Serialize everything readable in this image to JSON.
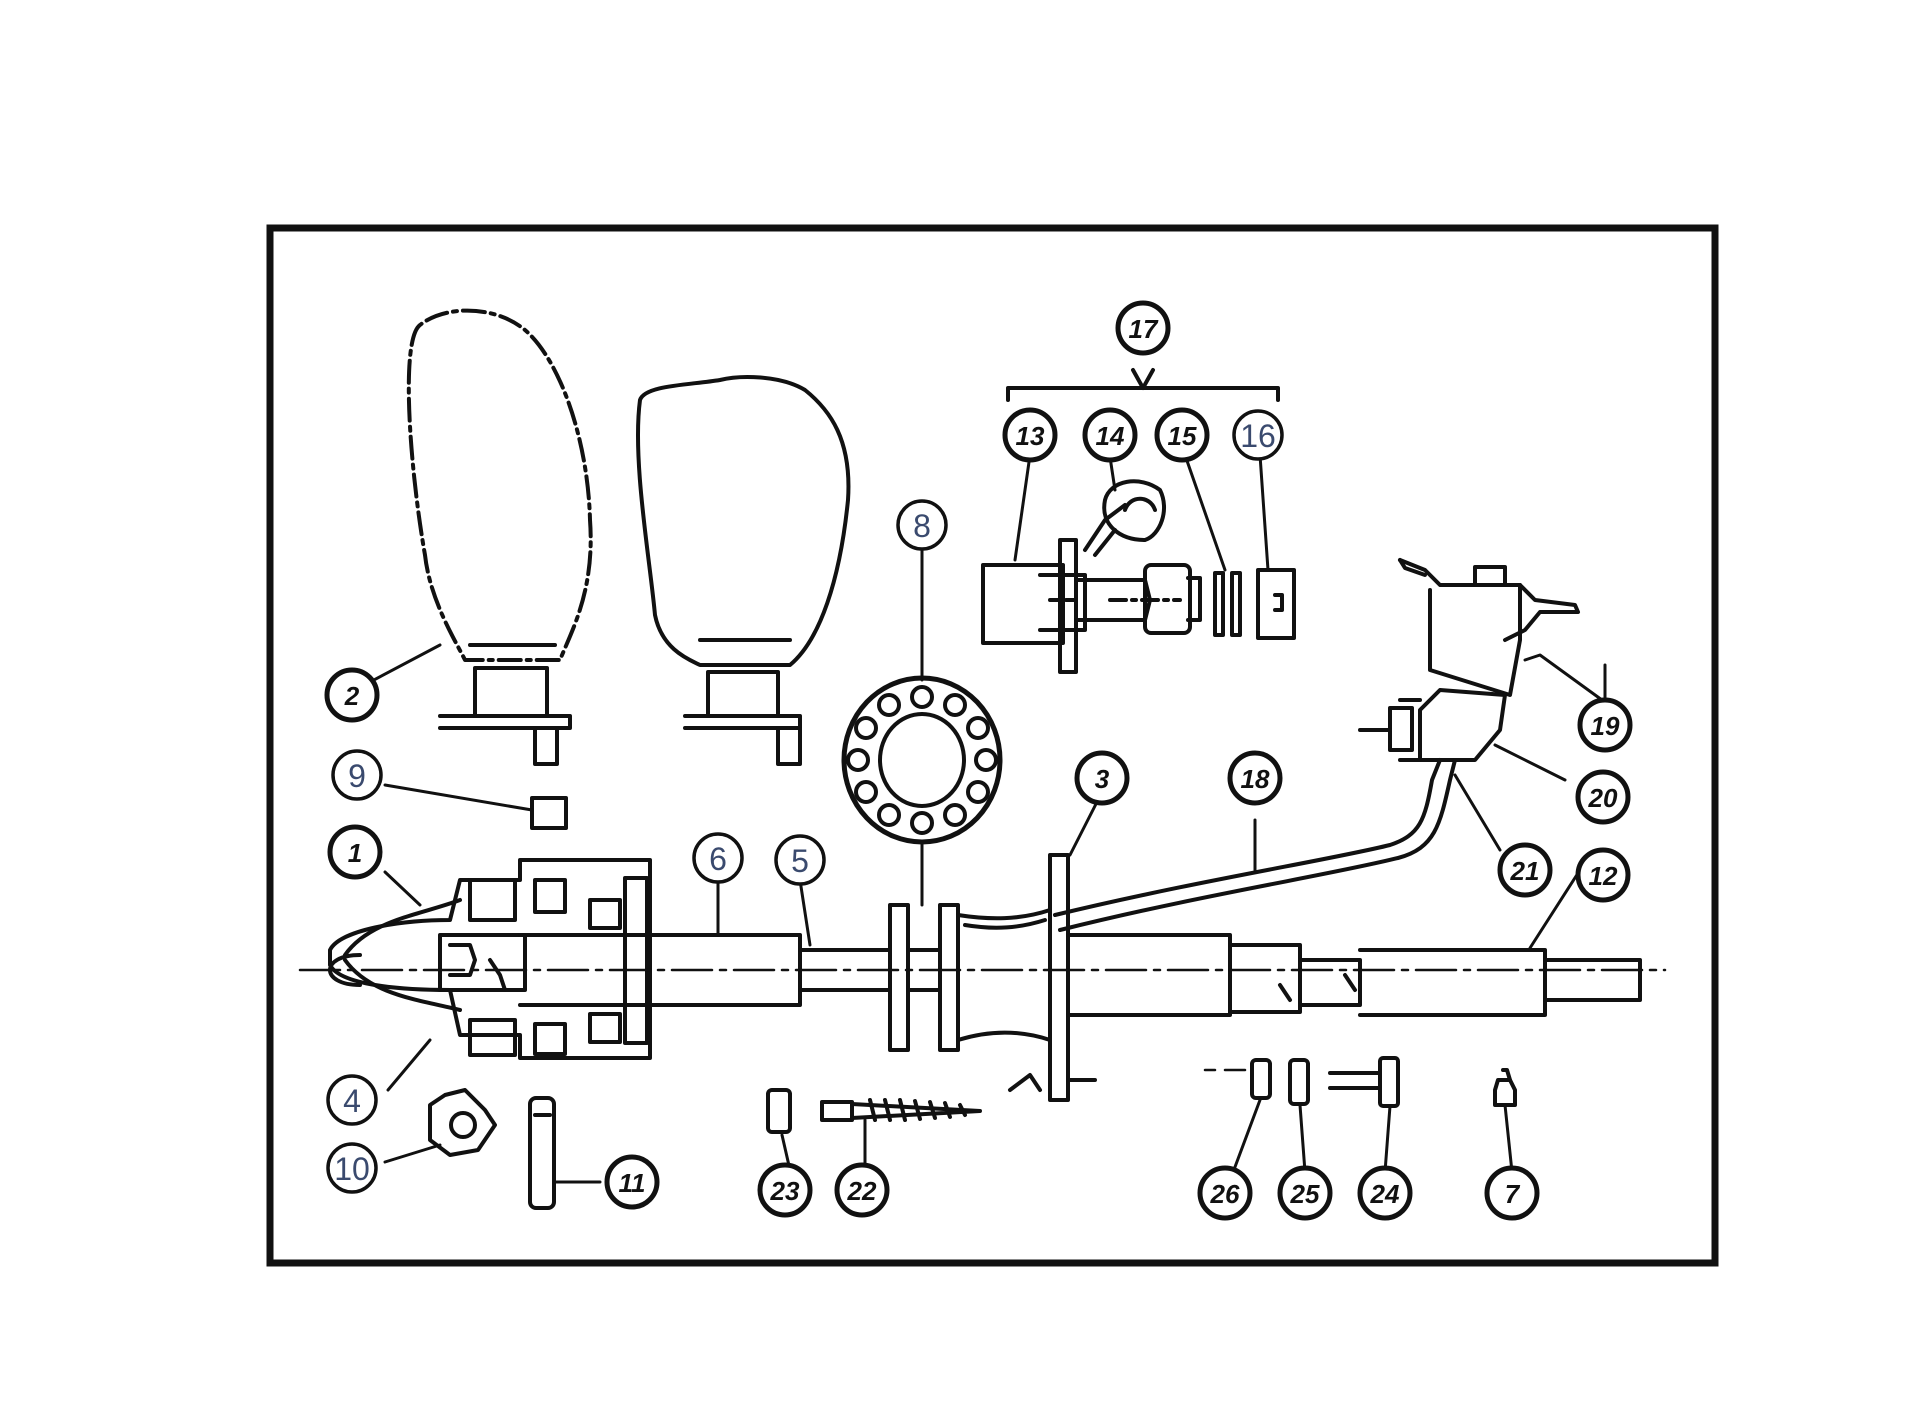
{
  "colors": {
    "ink": "#111111",
    "paper": "#ffffff",
    "handwritten_label": "#3a4a6e"
  },
  "callouts": [
    {
      "id": "1",
      "text": "1",
      "style": "printed"
    },
    {
      "id": "2",
      "text": "2",
      "style": "printed"
    },
    {
      "id": "3",
      "text": "3",
      "style": "printed"
    },
    {
      "id": "4",
      "text": "4",
      "style": "handwritten"
    },
    {
      "id": "5",
      "text": "5",
      "style": "handwritten"
    },
    {
      "id": "6",
      "text": "6",
      "style": "handwritten"
    },
    {
      "id": "7",
      "text": "7",
      "style": "printed"
    },
    {
      "id": "8",
      "text": "8",
      "style": "handwritten"
    },
    {
      "id": "9",
      "text": "9",
      "style": "handwritten"
    },
    {
      "id": "10",
      "text": "10",
      "style": "handwritten"
    },
    {
      "id": "11",
      "text": "11",
      "style": "printed"
    },
    {
      "id": "12",
      "text": "12",
      "style": "printed"
    },
    {
      "id": "13",
      "text": "13",
      "style": "printed"
    },
    {
      "id": "14",
      "text": "14",
      "style": "printed"
    },
    {
      "id": "15",
      "text": "15",
      "style": "printed"
    },
    {
      "id": "16",
      "text": "16",
      "style": "handwritten"
    },
    {
      "id": "17",
      "text": "17",
      "style": "printed"
    },
    {
      "id": "18",
      "text": "18",
      "style": "printed"
    },
    {
      "id": "19",
      "text": "19",
      "style": "printed"
    },
    {
      "id": "20",
      "text": "20",
      "style": "printed"
    },
    {
      "id": "21",
      "text": "21",
      "style": "printed"
    },
    {
      "id": "22",
      "text": "22",
      "style": "printed"
    },
    {
      "id": "23",
      "text": "23",
      "style": "printed"
    },
    {
      "id": "24",
      "text": "24",
      "style": "printed"
    },
    {
      "id": "25",
      "text": "25",
      "style": "printed"
    },
    {
      "id": "26",
      "text": "26",
      "style": "printed"
    }
  ]
}
